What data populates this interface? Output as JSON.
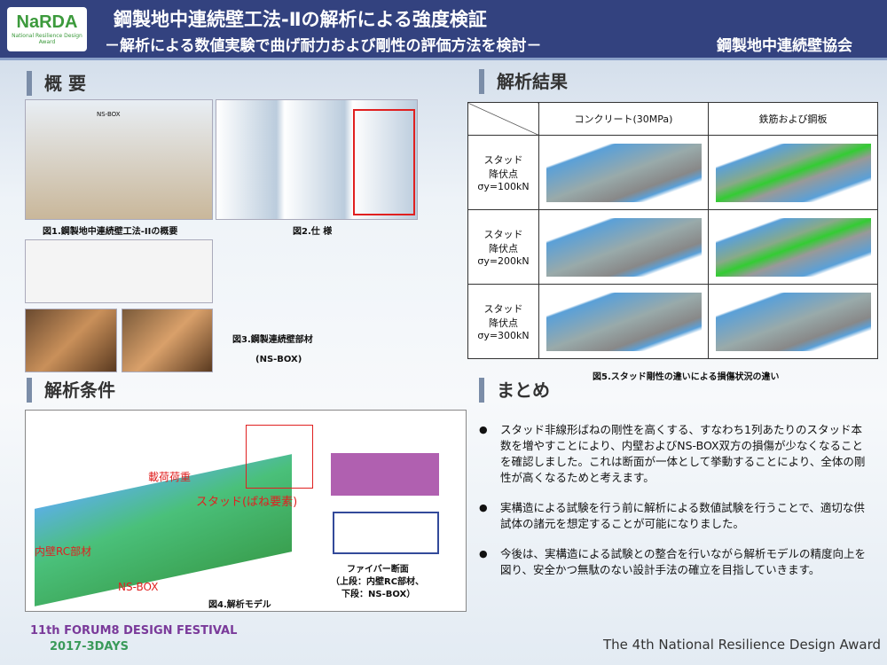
{
  "header": {
    "logo": "NaRDA",
    "logo_sub": "National Resilience Design Award",
    "title": "鋼製地中連続壁工法-Ⅱの解析による強度検証",
    "subtitle": "－解析による数値実験で曲げ耐力および剛性の評価方法を検討－",
    "org": "鋼製地中連続壁協会"
  },
  "overview": {
    "heading": "概 要",
    "fig1": "図1.鋼製地中連続壁工法-IIの概要",
    "fig2": "図2.仕 様",
    "fig3": "図3.鋼製連続壁部材",
    "fig3_sub": "(NS-BOX)",
    "fig1_label": "NS-BOX"
  },
  "conditions": {
    "heading": "解析条件",
    "load": "載荷荷重",
    "stud": "スタッド(ばね要素)",
    "inner": "内壁RC部材",
    "nsbox": "NS-BOX",
    "fig4": "図4.解析モデル",
    "fiber_title": "ファイバー断面",
    "fiber_l1": "（上段：内壁RC部材、",
    "fiber_l2": "下段：NS-BOX）"
  },
  "results": {
    "heading": "解析結果",
    "col1": "コンクリート(30MPa)",
    "col2": "鉄筋および鋼板",
    "rows": [
      {
        "l1": "スタッド",
        "l2": "降伏点",
        "l3": "σy=100kN"
      },
      {
        "l1": "スタッド",
        "l2": "降伏点",
        "l3": "σy=200kN"
      },
      {
        "l1": "スタッド",
        "l2": "降伏点",
        "l3": "σy=300kN"
      }
    ],
    "fig5": "図5.スタッド剛性の違いによる損傷状況の違い"
  },
  "summary": {
    "heading": "まとめ",
    "bullets": [
      "スタッド非線形ばねの剛性を高くする、すなわち1列あたりのスタッド本数を増やすことにより、内壁およびNS-BOX双方の損傷が少なくなることを確認しました。これは断面が一体として挙動することにより、全体の剛性が高くなるためと考えます。",
      "実構造による試験を行う前に解析による数値試験を行うことで、適切な供試体の諸元を想定することが可能になりました。",
      "今後は、実構造による試験との整合を行いながら解析モデルの精度向上を図り、安全かつ無駄のない設計手法の確立を目指していきます。"
    ]
  },
  "footer": {
    "forum": "11th FORUM8 DESIGN FESTIVAL",
    "forum2": "2017-3DAYS",
    "award": "The 4th National Resilience Design Award"
  }
}
